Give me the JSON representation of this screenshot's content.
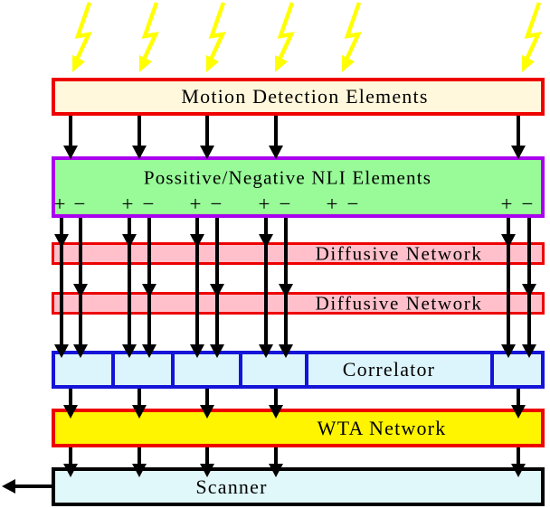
{
  "boxes": {
    "motion": {
      "label": "Motion Detection Elements"
    },
    "nli": {
      "label": "Possitive/Negative NLI Elements"
    },
    "diffusive1": {
      "label": "Diffusive Network"
    },
    "diffusive2": {
      "label": "Diffusive Network"
    },
    "correlator": {
      "label": "Correlator"
    },
    "wta": {
      "label": "WTA Network"
    },
    "scanner": {
      "label": "Scanner"
    }
  },
  "nli_terminals": [
    {
      "plus": "+",
      "minus": "−"
    },
    {
      "plus": "+",
      "minus": "−"
    },
    {
      "plus": "+",
      "minus": "−"
    },
    {
      "plus": "+",
      "minus": "−"
    },
    {
      "plus": "+",
      "minus": "−"
    },
    {
      "plus": "+",
      "minus": "−"
    }
  ],
  "icons": {
    "light_input": "lightning-bolt-icon",
    "signal_flow": "down-arrow-icon",
    "scanner_output": "left-arrow-icon"
  },
  "colors": {
    "lightning": "#FFFF00",
    "motion_fill": "#FFF8DC",
    "motion_border": "#EE0000",
    "nli_fill": "#98FB98",
    "nli_border": "#AA00EE",
    "diffusive_fill": "#FFC0CB",
    "diffusive_border": "#EE0000",
    "correlator_fill": "#DCF4FB",
    "correlator_border": "#1414D8",
    "wta_fill": "#FFF500",
    "wta_border": "#EE0000",
    "scanner_fill": "#E0F8FA",
    "scanner_border": "#000000",
    "arrow": "#000000"
  }
}
